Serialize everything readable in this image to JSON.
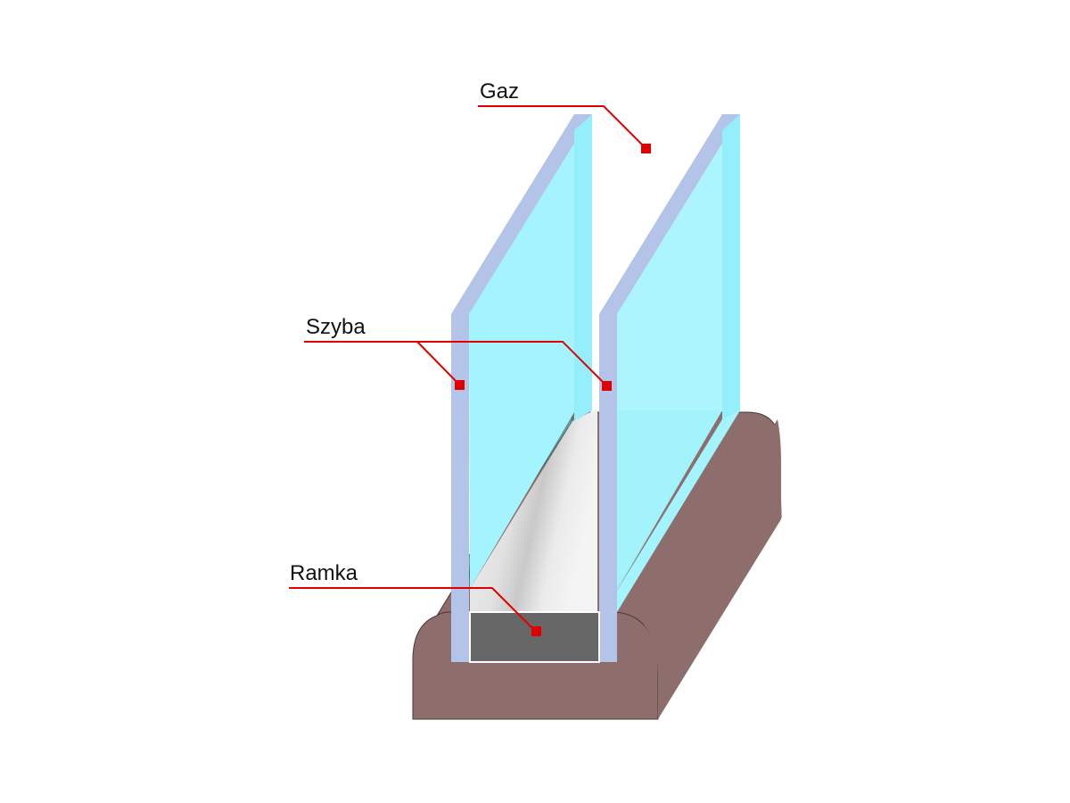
{
  "labels": {
    "gas": "Gaz",
    "pane": "Szyba",
    "frame": "Ramka"
  },
  "colors": {
    "callout": "#e00000",
    "glass_face": "#9fefff",
    "glass_edge": "#b3c4e8",
    "seal": "#8e6e6c",
    "spacer_face": "#e6e6e6",
    "spacer_end": "#676767",
    "shadow_pane": "#639a9b"
  }
}
